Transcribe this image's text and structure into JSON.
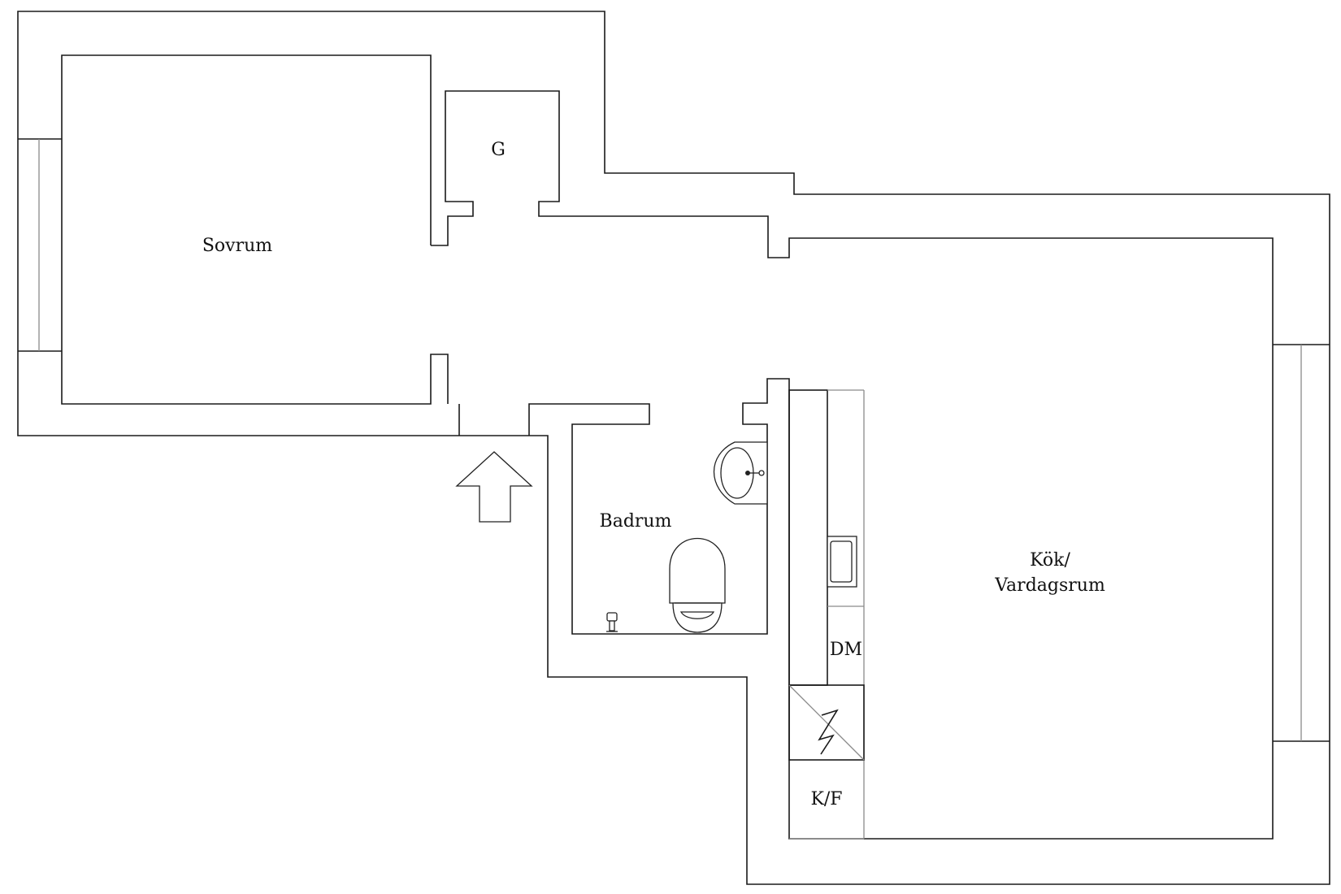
{
  "floorplan": {
    "rooms": {
      "sovrum": "Sovrum",
      "g": "G",
      "badrum": "Badrum",
      "kok_line1": "Kök/",
      "kok_line2": "Vardagsrum",
      "dm": "DM",
      "kf": "K/F"
    },
    "icons": [
      "entrance-arrow-icon",
      "sink-icon",
      "toilet-icon",
      "floor-drain-icon",
      "stove-icon",
      "kitchen-sink-icon"
    ],
    "colors": {
      "wall": "#1a1a1a",
      "interior_line": "#8a8a8a",
      "background": "#ffffff"
    }
  }
}
